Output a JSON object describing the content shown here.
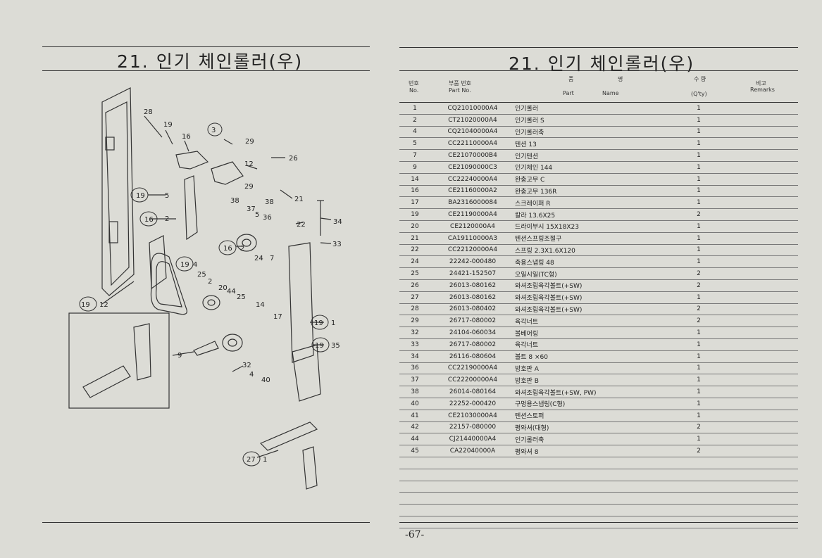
{
  "left_page": {
    "title": "21. 인기 체인롤러(우)",
    "callouts": [
      "28",
      "19",
      "16",
      "3",
      "29",
      "12",
      "26",
      "29",
      "19",
      "5",
      "38",
      "38",
      "21",
      "16",
      "2",
      "37",
      "5",
      "36",
      "22",
      "34",
      "16",
      "2",
      "33",
      "24",
      "7",
      "19",
      "4",
      "25",
      "2",
      "20",
      "44",
      "25",
      "14",
      "17",
      "19",
      "1",
      "19",
      "12",
      "9",
      "19",
      "35",
      "32",
      "4",
      "40",
      "27",
      "1"
    ]
  },
  "right_page": {
    "title": "21. 인기 체인롤러(우)",
    "headers": {
      "no_ko": "번호",
      "no_en": "No.",
      "part_ko": "부품 번호",
      "part_en": "Part  No.",
      "name_ko1": "품",
      "name_ko2": "명",
      "name_en1": "Part",
      "name_en2": "Name",
      "qty_ko": "수  량",
      "qty_en": "(Q'ty)",
      "remarks_ko": "비고",
      "remarks_en": "Remarks"
    },
    "rows": [
      {
        "no": "1",
        "part": "CQ21010000A4",
        "name": "인기롤러",
        "qty": "1"
      },
      {
        "no": "2",
        "part": "CT21020000A4",
        "name": "인기롤러 S",
        "qty": "1"
      },
      {
        "no": "4",
        "part": "CQ21040000A4",
        "name": "인기롤러축",
        "qty": "1"
      },
      {
        "no": "5",
        "part": "CC22110000A4",
        "name": "텐션 13",
        "qty": "1"
      },
      {
        "no": "7",
        "part": "CE21070000B4",
        "name": "인기텐션",
        "qty": "1"
      },
      {
        "no": "9",
        "part": "CE21090000C3",
        "name": "인기체인 144",
        "qty": "1"
      },
      {
        "no": "14",
        "part": "CC22240000A4",
        "name": "완충고무 C",
        "qty": "1"
      },
      {
        "no": "16",
        "part": "CE21160000A2",
        "name": "완충고무 136R",
        "qty": "1"
      },
      {
        "no": "17",
        "part": "BA2316000084",
        "name": "스크레이퍼 R",
        "qty": "1"
      },
      {
        "no": "19",
        "part": "CE21190000A4",
        "name": "칼라 13.6X25",
        "qty": "2"
      },
      {
        "no": "20",
        "part": "CE2120000A4",
        "name": "드라이부시 15X18X23",
        "qty": "1"
      },
      {
        "no": "21",
        "part": "CA19110000A3",
        "name": "텐션스프링조절구",
        "qty": "1"
      },
      {
        "no": "22",
        "part": "CC22120000A4",
        "name": "스프링 2.3X1.6X120",
        "qty": "1"
      },
      {
        "no": "24",
        "part": "22242-000480",
        "name": "축용스냅링 48",
        "qty": "1"
      },
      {
        "no": "25",
        "part": "24421-152507",
        "name": "오일시일(TC형)",
        "qty": "2"
      },
      {
        "no": "26",
        "part": "26013-080162",
        "name": "와셔조립육각볼트(+SW)",
        "qty": "2"
      },
      {
        "no": "27",
        "part": "26013-080162",
        "name": "와셔조립육각볼트(+SW)",
        "qty": "1"
      },
      {
        "no": "28",
        "part": "26013-080402",
        "name": "와셔조립육각볼트(+SW)",
        "qty": "2"
      },
      {
        "no": "29",
        "part": "26717-080002",
        "name": "육각너트",
        "qty": "2"
      },
      {
        "no": "32",
        "part": "24104-060034",
        "name": "볼베어링",
        "qty": "1"
      },
      {
        "no": "33",
        "part": "26717-080002",
        "name": "육각너트",
        "qty": "1"
      },
      {
        "no": "34",
        "part": "26116-080604",
        "name": "볼트 8 ×60",
        "qty": "1"
      },
      {
        "no": "36",
        "part": "CC22190000A4",
        "name": "방호판 A",
        "qty": "1"
      },
      {
        "no": "37",
        "part": "CC22200000A4",
        "name": "방호판 B",
        "qty": "1"
      },
      {
        "no": "38",
        "part": "26014-080164",
        "name": "와셔조립육각볼트(+SW, PW)",
        "qty": "1"
      },
      {
        "no": "40",
        "part": "22252-000420",
        "name": "구멍용스냅링(C형)",
        "qty": "1"
      },
      {
        "no": "41",
        "part": "CE21030000A4",
        "name": "텐션스토퍼",
        "qty": "1"
      },
      {
        "no": "42",
        "part": "22157-080000",
        "name": "평와셔(대형)",
        "qty": "2"
      },
      {
        "no": "44",
        "part": "CJ21440000A4",
        "name": "인기롤러축",
        "qty": "1"
      },
      {
        "no": "45",
        "part": "CA22040000A",
        "name": "평와셔 8",
        "qty": "2"
      }
    ],
    "page_number": "-67-"
  },
  "colors": {
    "paper": "#dcdcd6",
    "ink": "#222222",
    "ghost": "#c4c4be"
  }
}
